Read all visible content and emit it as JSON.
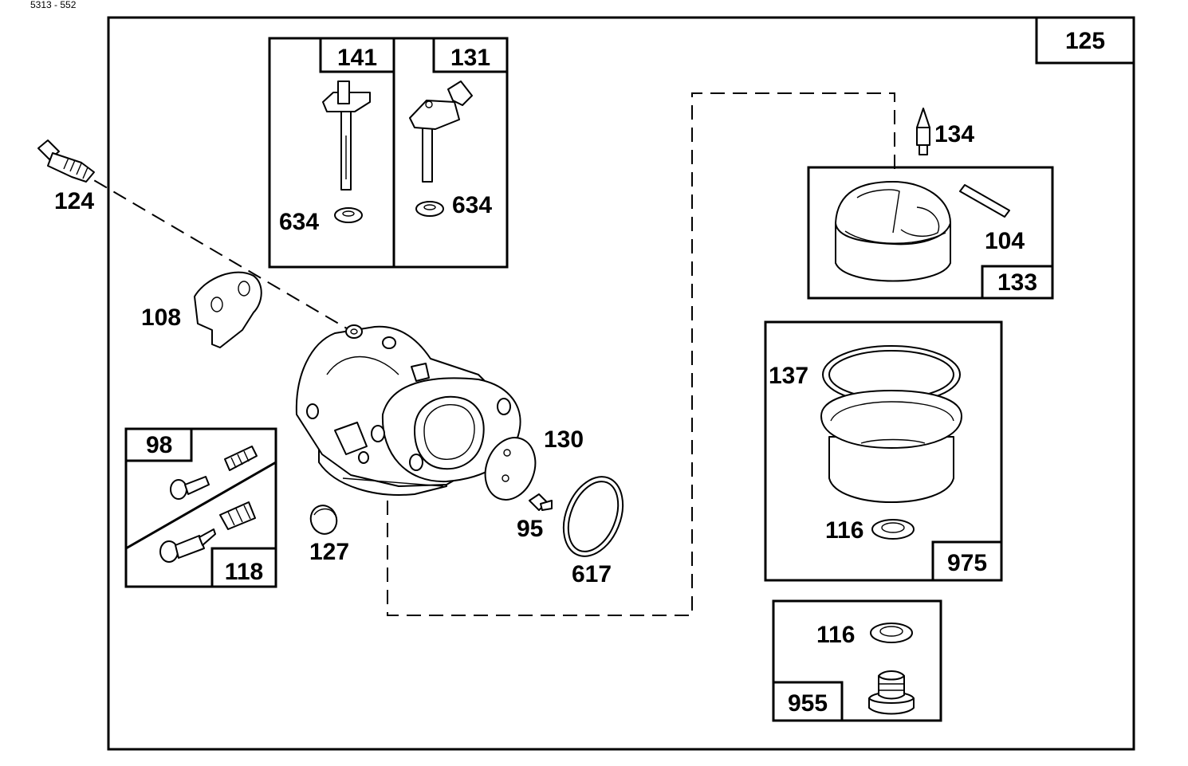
{
  "header_fragment": "5313 - 552",
  "frame_label": "125",
  "kit_labels": {
    "k141": "141",
    "k131": "131",
    "k133": "133",
    "k975": "975",
    "k955": "955",
    "k98": "98",
    "k118": "118"
  },
  "part_labels": {
    "p124": "124",
    "p108": "108",
    "p634a": "634",
    "p634b": "634",
    "p134": "134",
    "p104": "104",
    "p137": "137",
    "p116a": "116",
    "p116b": "116",
    "p130": "130",
    "p95": "95",
    "p617": "617",
    "p127": "127"
  }
}
